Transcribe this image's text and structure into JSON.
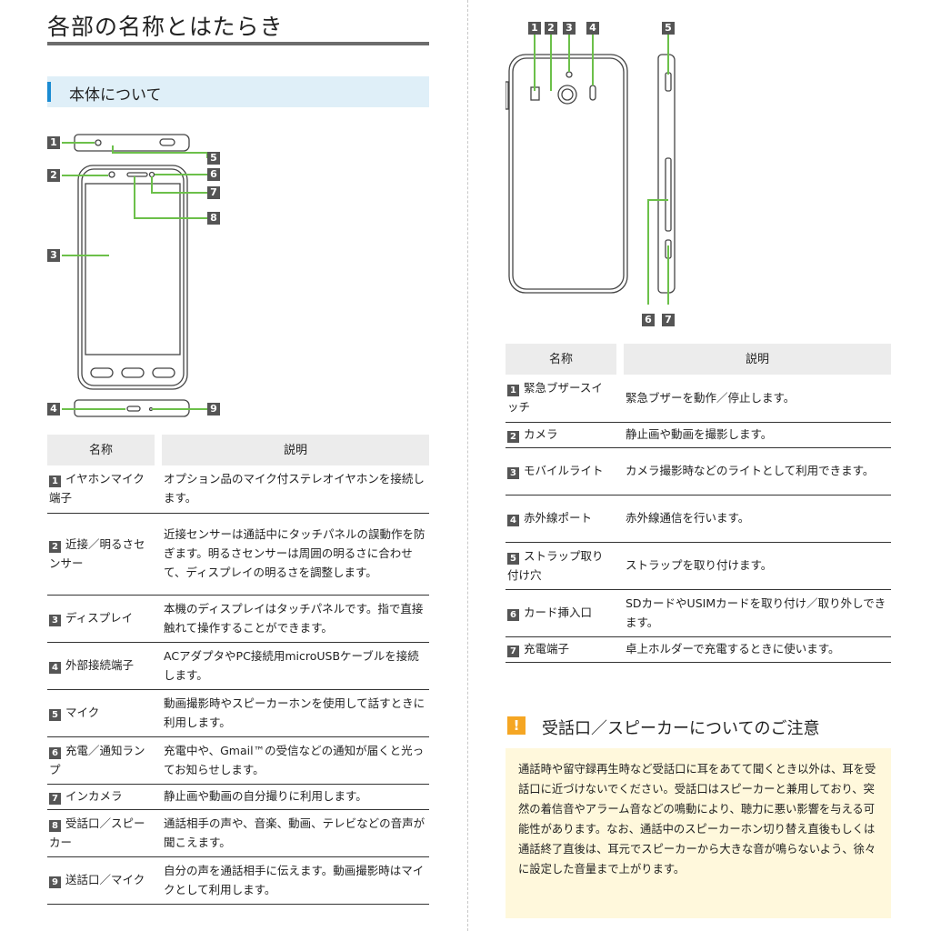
{
  "title": "各部の名称とはたらき",
  "section": "本体について",
  "front_callouts": [
    "1",
    "2",
    "3",
    "4",
    "5",
    "6",
    "7",
    "8",
    "9"
  ],
  "back_callouts": [
    "1",
    "2",
    "3",
    "4",
    "5",
    "6",
    "7"
  ],
  "left_table": {
    "headers": [
      "名称",
      "説明"
    ],
    "rows": [
      {
        "num": "1",
        "name": "イヤホンマイク端子",
        "desc": "オプション品のマイク付ステレオイヤホンを接続します。"
      },
      {
        "num": "2",
        "name": "近接／明るさセンサー",
        "desc": "近接センサーは通話中にタッチパネルの誤動作を防ぎます。明るさセンサーは周囲の明るさに合わせて、ディスプレイの明るさを調整します。"
      },
      {
        "num": "3",
        "name": "ディスプレイ",
        "desc": "本機のディスプレイはタッチパネルです。指で直接触れて操作することができます。"
      },
      {
        "num": "4",
        "name": "外部接続端子",
        "desc": "ACアダプタやPC接続用microUSBケーブルを接続します。"
      },
      {
        "num": "5",
        "name": "マイク",
        "desc": "動画撮影時やスピーカーホンを使用して話すときに利用します。"
      },
      {
        "num": "6",
        "name": "充電／通知ランプ",
        "desc": "充電中や、Gmail™の受信などの通知が届くと光ってお知らせします。"
      },
      {
        "num": "7",
        "name": "インカメラ",
        "desc": "静止画や動画の自分撮りに利用します。"
      },
      {
        "num": "8",
        "name": "受話口／スピーカー",
        "desc": "通話相手の声や、音楽、動画、テレビなどの音声が聞こえます。"
      },
      {
        "num": "9",
        "name": "送話口／マイク",
        "desc": "自分の声を通話相手に伝えます。動画撮影時はマイクとして利用します。"
      }
    ]
  },
  "right_table": {
    "headers": [
      "名称",
      "説明"
    ],
    "rows": [
      {
        "num": "1",
        "name": "緊急ブザースイッチ",
        "desc": "緊急ブザーを動作／停止します。"
      },
      {
        "num": "2",
        "name": "カメラ",
        "desc": "静止画や動画を撮影します。"
      },
      {
        "num": "3",
        "name": "モバイルライト",
        "desc": "カメラ撮影時などのライトとして利用できます。"
      },
      {
        "num": "4",
        "name": "赤外線ポート",
        "desc": "赤外線通信を行います。"
      },
      {
        "num": "5",
        "name": "ストラップ取り付け穴",
        "desc": "ストラップを取り付けます。"
      },
      {
        "num": "6",
        "name": "カード挿入口",
        "desc": "SDカードやUSIMカードを取り付け／取り外しできます。"
      },
      {
        "num": "7",
        "name": "充電端子",
        "desc": "卓上ホルダーで充電するときに使います。"
      }
    ]
  },
  "note": {
    "icon": "!",
    "title": "受話口／スピーカーについてのご注意",
    "body": "通話時や留守録再生時など受話口に耳をあてて聞くとき以外は、耳を受話口に近づけないでください。受話口はスピーカーと兼用しており、突然の着信音やアラーム音などの鳴動により、聴力に悪い影響を与える可能性があります。なお、通話中のスピーカーホン切り替え直後もしくは通話終了直後は、耳元でスピーカーから大きな音が鳴らないよう、徐々に設定した音量まで上がります。"
  },
  "colors": {
    "accent": "#1a8bd2",
    "section_bg": "#dfeff8",
    "note_bg": "#fff8dc",
    "warning": "#f5a623"
  }
}
